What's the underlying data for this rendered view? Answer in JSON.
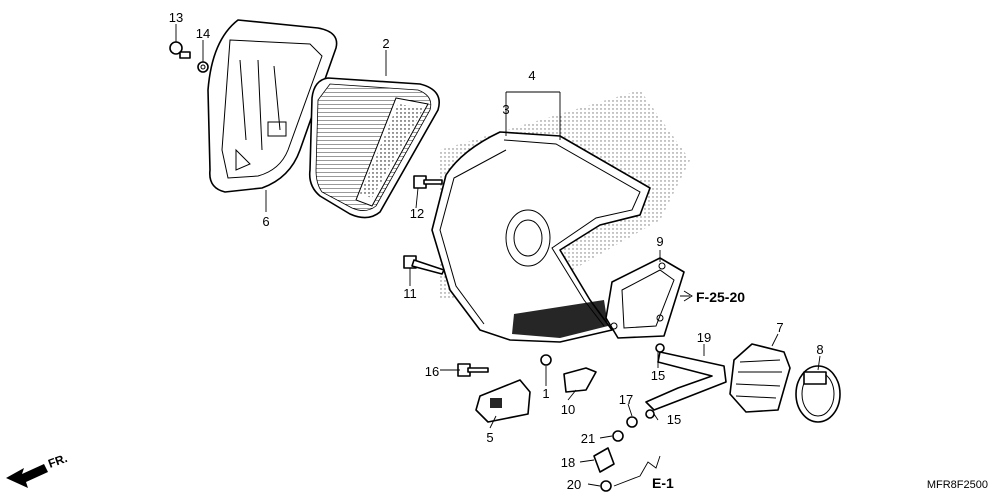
{
  "diagram": {
    "callouts": {
      "p1": "1",
      "p2": "2",
      "p3": "3",
      "p4": "4",
      "p5": "5",
      "p6": "6",
      "p7": "7",
      "p8": "8",
      "p9": "9",
      "p10": "10",
      "p11": "11",
      "p12": "12",
      "p13": "13",
      "p14": "14",
      "p15a": "15",
      "p15b": "15",
      "p16": "16",
      "p17": "17",
      "p18": "18",
      "p19": "19",
      "p20": "20",
      "p21": "21"
    },
    "references": {
      "ref_f25": "F-25-20",
      "ref_e1": "E-1"
    },
    "front_indicator": "FR.",
    "diagram_code": "MFR8F2500"
  }
}
